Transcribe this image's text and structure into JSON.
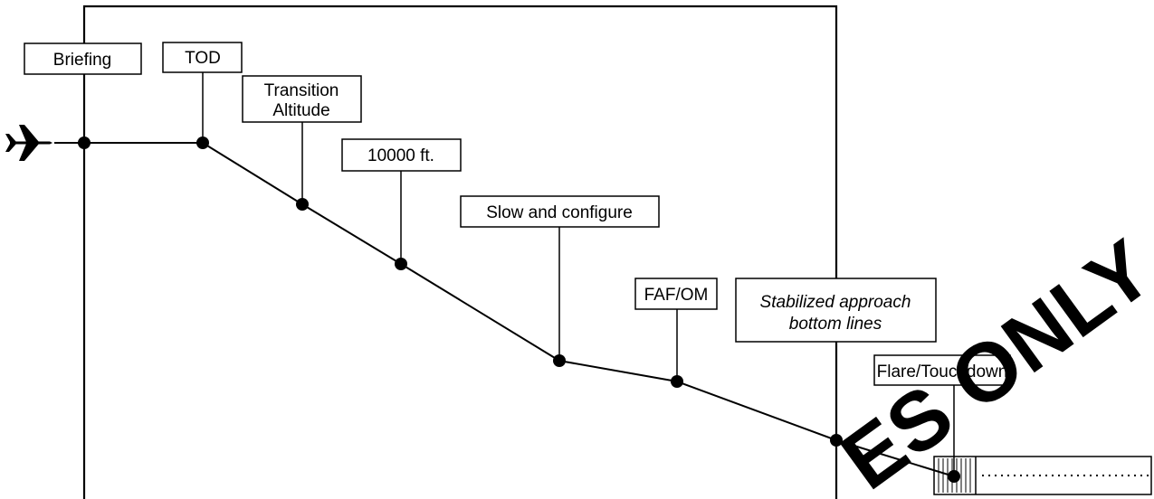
{
  "diagram": {
    "labels": {
      "briefing": "Briefing",
      "tod": "TOD",
      "transition_line1": "Transition",
      "transition_line2": "Altitude",
      "ten_thousand": "10000 ft.",
      "slow_configure": "Slow and configure",
      "faf_om": "FAF/OM",
      "stabilized_line1": "Stabilized approach",
      "stabilized_line2": "bottom lines",
      "flare": "Flare/Touchdown"
    },
    "icons": {
      "aircraft": "airplane-icon"
    },
    "watermark": "ES ONLY"
  }
}
